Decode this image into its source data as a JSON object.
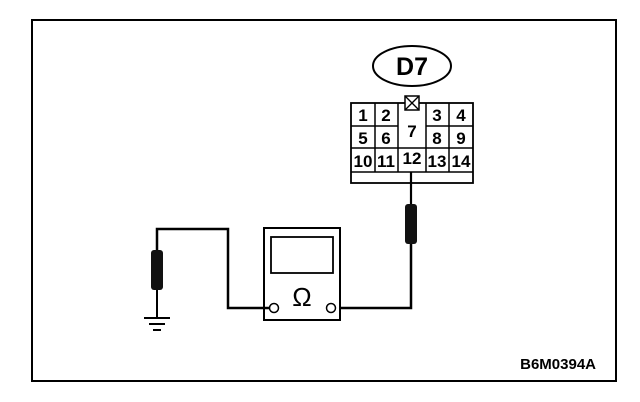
{
  "connector": {
    "name": "D7",
    "pins_row1": [
      "1",
      "2",
      "3",
      "4"
    ],
    "pins_row2": [
      "5",
      "6",
      "7",
      "8",
      "9"
    ],
    "pins_row3": [
      "10",
      "11",
      "12",
      "13",
      "14"
    ],
    "blank_pin_marker": "☒"
  },
  "meter": {
    "unit_symbol": "Ω"
  },
  "figure_code": "B6M0394A"
}
